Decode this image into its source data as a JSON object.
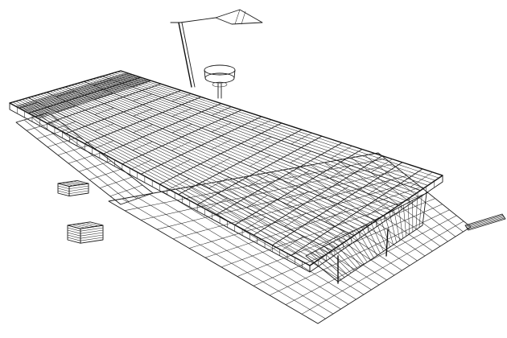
{
  "drawing": {
    "ink_color": "#1a1a1a",
    "paper_color": "#ffffff",
    "subject": "",
    "elements": [
      "roof-panel-grid",
      "ground-tile-grid",
      "glazed-wall",
      "lamp-post",
      "canopy-lamp",
      "rooftop-vent",
      "loose-panel-stack-small",
      "loose-panel-stack-large",
      "detached-panel-strip"
    ]
  }
}
